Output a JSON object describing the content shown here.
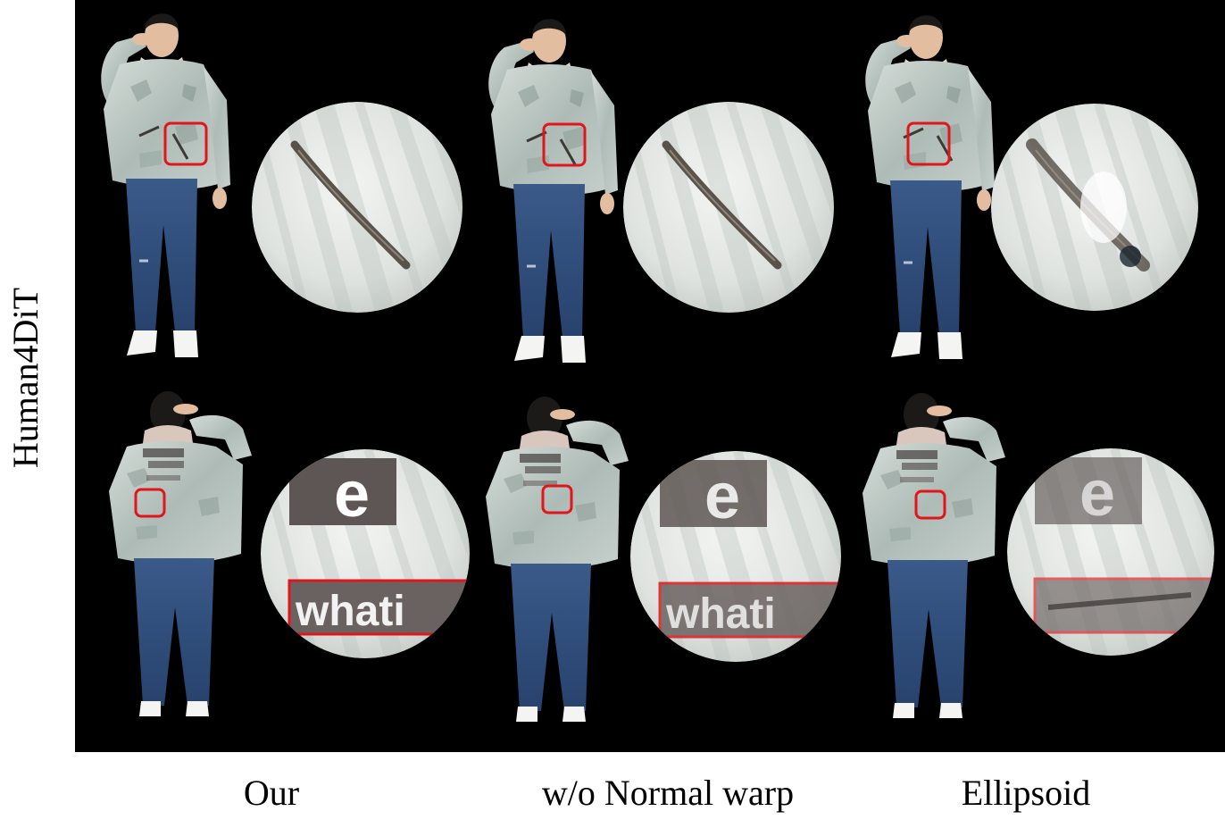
{
  "row_label": "Human4DiT",
  "columns": [
    {
      "caption": "Our"
    },
    {
      "caption": "w/o Normal warp"
    },
    {
      "caption": "Ellipsoid"
    }
  ],
  "rows": [
    {
      "view": "front",
      "zoom_content": "zipper"
    },
    {
      "view": "back",
      "zoom_content": "text patch"
    }
  ],
  "zoom_text": {
    "letter": "e",
    "word": "whati"
  },
  "colors": {
    "background": "#000000",
    "highlight_box": "#e0161b",
    "jacket": "#b9c6c1",
    "jeans": "#2f4d7a",
    "hair": "#1b1a19",
    "skin": "#e3bd9f",
    "zoom_fill": "#e6e9e6",
    "caption_text": "#000000"
  }
}
